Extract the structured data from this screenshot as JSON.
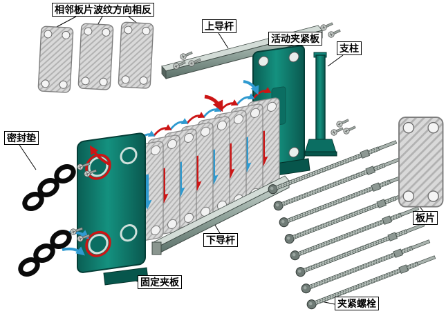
{
  "labels": {
    "adjacent_plates": "相邻板片波纹方向相反",
    "upper_guide_rod": "上导杆",
    "movable_clamp_plate": "活动夹紧板",
    "support_column": "支柱",
    "gasket": "密封垫",
    "plate_sheet": "板片",
    "fixed_clamp_plate": "固定夹板",
    "lower_guide_rod": "下导杆",
    "clamping_bolts": "夹紧螺栓"
  },
  "colors": {
    "frame_teal": "#0e7e6f",
    "plate_gray": "#d9d9d9",
    "hot_flow_red": "#cc1515",
    "cold_flow_blue": "#2f9ad0",
    "line_black": "#000000",
    "background": "#ffffff"
  }
}
